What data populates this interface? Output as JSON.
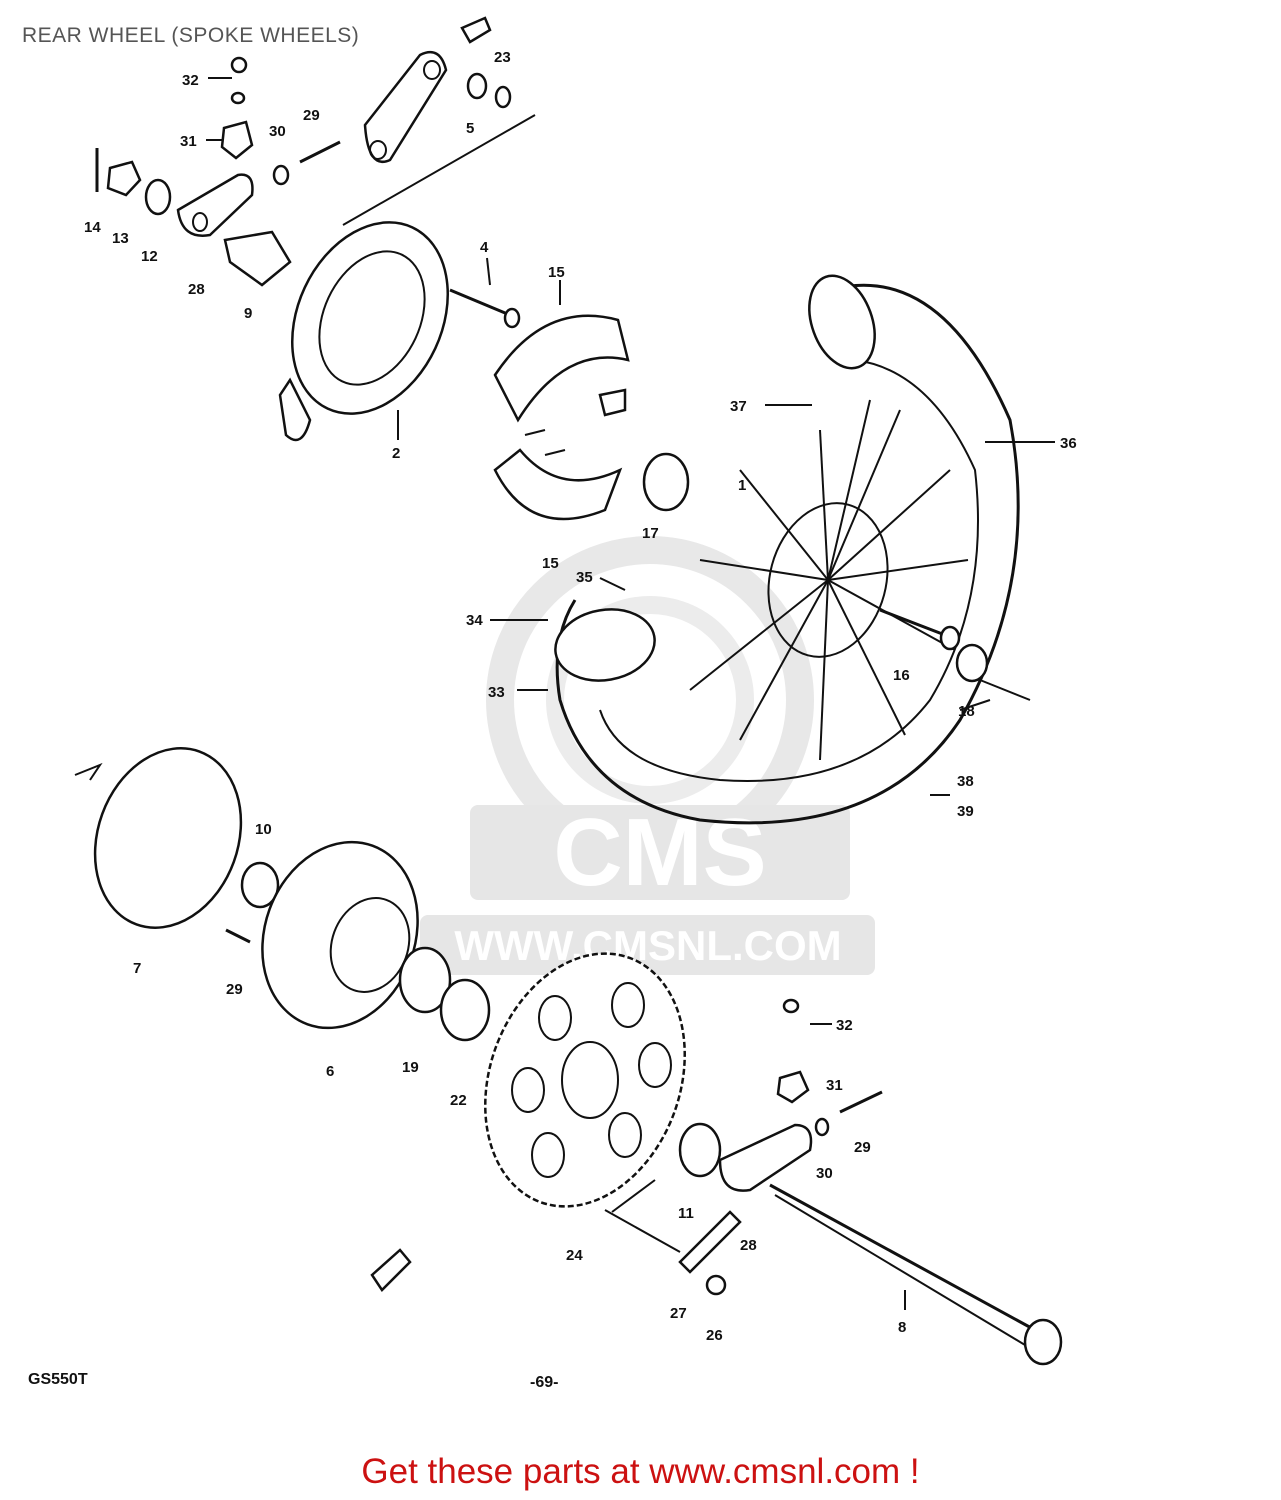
{
  "header": {
    "title": "REAR WHEEL (SPOKE WHEELS)"
  },
  "diagram": {
    "model_code": "GS550T",
    "page_number": "-69-",
    "watermark": {
      "brand": "CMS",
      "url": "WWW.CMSNL.COM"
    },
    "part_labels": [
      "1",
      "2",
      "4",
      "5",
      "6",
      "7",
      "8",
      "9",
      "10",
      "11",
      "12",
      "13",
      "14",
      "15",
      "15",
      "16",
      "17",
      "18",
      "19",
      "22",
      "23",
      "24",
      "26",
      "27",
      "28",
      "28",
      "29",
      "29",
      "29",
      "30",
      "30",
      "31",
      "31",
      "32",
      "32",
      "33",
      "34",
      "35",
      "36",
      "37",
      "38",
      "39"
    ]
  },
  "footer": {
    "link_text": "Get these parts at www.cmsnl.com !",
    "link_color": "#cc1111"
  },
  "colors": {
    "title": "#555555",
    "line": "#111111",
    "watermark": "#e6e6e6",
    "background": "#ffffff"
  }
}
